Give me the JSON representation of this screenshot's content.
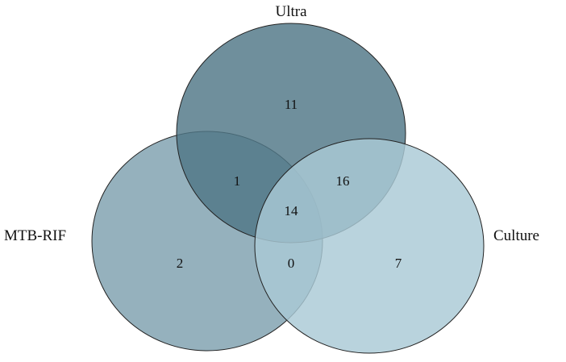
{
  "diagram": {
    "type": "venn",
    "sets": [
      {
        "id": "ultra",
        "label": "Ultra",
        "color": "#4f7686",
        "opacity": 0.82
      },
      {
        "id": "mtbrif",
        "label": "MTB-RIF",
        "color": "#7ea0ae",
        "opacity": 0.82
      },
      {
        "id": "culture",
        "label": "Culture",
        "color": "#a9c9d5",
        "opacity": 0.82
      }
    ],
    "regions": {
      "ultra_only": "11",
      "mtbrif_only": "2",
      "culture_only": "7",
      "ultra_mtbrif": "1",
      "ultra_culture": "16",
      "mtbrif_culture": "0",
      "all_three": "14"
    }
  }
}
